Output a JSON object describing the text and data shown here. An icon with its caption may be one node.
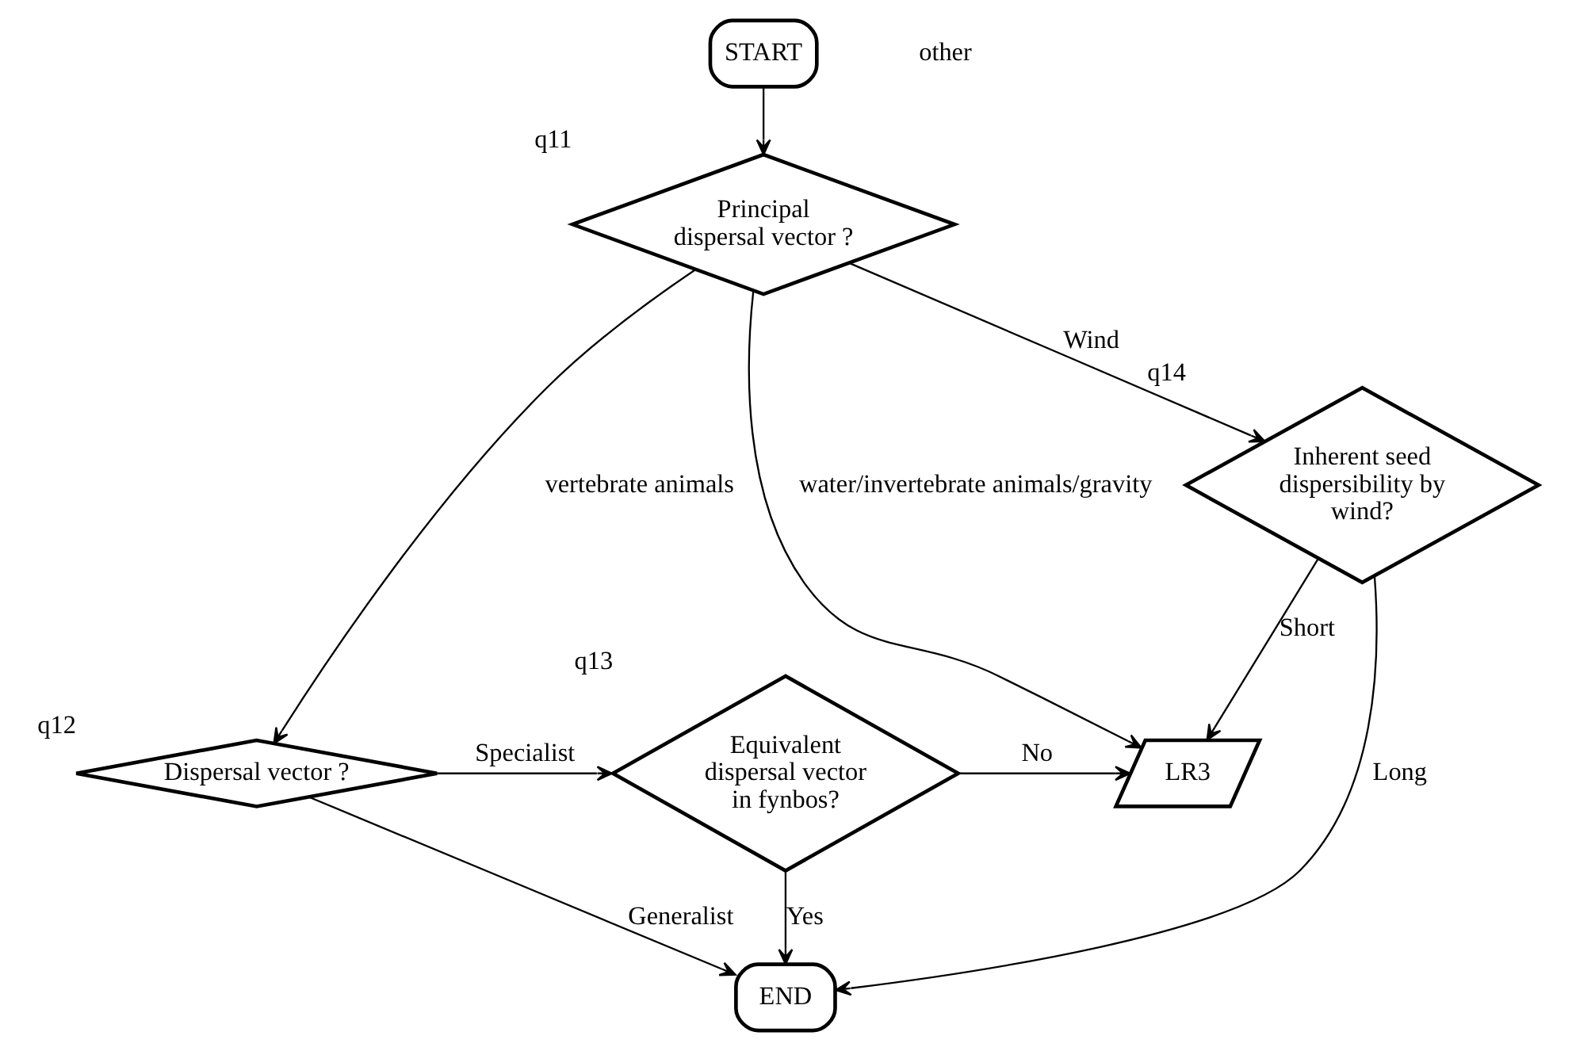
{
  "diagram": {
    "nodes": [
      {
        "text": [
          "START"
        ]
      },
      {
        "text": [
          "Principal dispersal vector ?"
        ],
        "beside": [
          "q11"
        ]
      },
      {
        "text": [
          "Dispersal vector ?"
        ],
        "beside": [
          "q12"
        ]
      },
      {
        "text": [
          "Equivalent dispersal vector in fynbos?"
        ],
        "beside": [
          "q13"
        ]
      },
      {
        "text": [
          "LR3"
        ]
      },
      {
        "text": [
          "Inherent seed dispersibility by wind?"
        ],
        "beside": [
          "q14"
        ]
      },
      {
        "text": [
          "END"
        ]
      }
    ],
    "edges": [
      {
        "from": 0,
        "to": 1,
        "arrow": "to"
      },
      {
        "from": 1,
        "to": 2,
        "arrow": "to",
        "label": "vertebrate animals"
      },
      {
        "from": 1,
        "to": 4,
        "arrow": "to",
        "label": "water/invertebrate animals/gravity"
      },
      {
        "from": 1,
        "to": 5,
        "arrow": "to",
        "label": "Wind"
      },
      {
        "from": 2,
        "to": 3,
        "arrow": "to",
        "label": "Specialist"
      },
      {
        "from": 3,
        "to": 4,
        "arrow": "to",
        "label": "No"
      },
      {
        "from": 2,
        "to": 6,
        "arrow": "to",
        "label": "Generalist"
      },
      {
        "from": 3,
        "to": 6,
        "arrow": "to",
        "label": "Yes"
      },
      {
        "from": 5,
        "to": 4,
        "arrow": "to",
        "label": "Short"
      },
      {
        "from": 5,
        "to": 6,
        "arrow": "to",
        "label": "Long"
      }
    ],
    "labels": [
      "other"
    ]
  }
}
